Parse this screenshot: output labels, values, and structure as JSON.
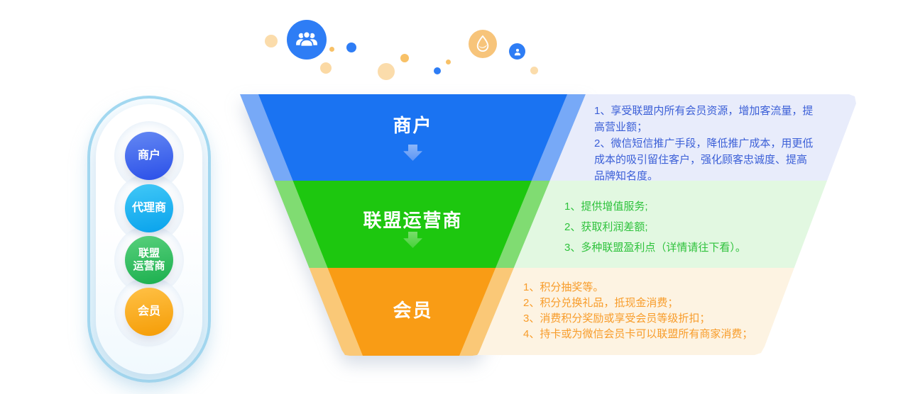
{
  "capsule": {
    "items": [
      {
        "id": "merchant",
        "label": "商户",
        "color": "#2a4fe8"
      },
      {
        "id": "agent",
        "label": "代理商",
        "color": "#08a2ec"
      },
      {
        "id": "alliance-operator",
        "label": "联盟\n运营商",
        "color": "#1baf4e"
      },
      {
        "id": "member",
        "label": "会员",
        "color": "#f59c05"
      }
    ]
  },
  "funnel": {
    "sections": [
      {
        "id": "merchant",
        "label": "商户",
        "color": "#1a73f2",
        "edge_color": "#77a9f7",
        "has_arrow": true
      },
      {
        "id": "alliance-operator",
        "label": "联盟运营商",
        "color": "#1dc70f",
        "edge_color": "#80dc72",
        "has_arrow": true
      },
      {
        "id": "member",
        "label": "会员",
        "color": "#f99c15",
        "edge_color": "#fac877",
        "has_arrow": false
      }
    ]
  },
  "panels": [
    {
      "id": "merchant-benefits",
      "bg": "#e8ecfb",
      "text_color": "#3b5fd7",
      "items": [
        "1、享受联盟内所有会员资源，增加客流量，提高营业额；",
        "2、微信短信推广手段，降低推广成本，用更低成本的吸引留住客户，强化顾客忠诚度、提高品牌知名度。"
      ]
    },
    {
      "id": "alliance-operator-benefits",
      "bg": "#e2f8e1",
      "text_color": "#2ec23c",
      "items": [
        "1、提供增值服务;",
        "2、获取利润差额;",
        "3、多种联盟盈利点（详情请往下看）。"
      ]
    },
    {
      "id": "member-benefits",
      "bg": "#fdf3e2",
      "text_color": "#f89c2a",
      "items": [
        "1、积分抽奖等。",
        "2、积分兑换礼品，抵现金消费；",
        "3、消费积分奖励或享受会员等级折扣；",
        "4、持卡或为微信会员卡可以联盟所有商家消费；"
      ]
    }
  ],
  "decor": {
    "icons": [
      "group-of-people-icon",
      "water-drop-icon",
      "person-icon"
    ],
    "colors": {
      "icon_blue": "#2e7df5",
      "icon_orange": "#f7c47a",
      "dot_peach_light": "#fbdcab",
      "dot_peach": "#f8c167",
      "dot_blue": "#2e7df5",
      "capsule_border": "#a3d9f1"
    }
  }
}
